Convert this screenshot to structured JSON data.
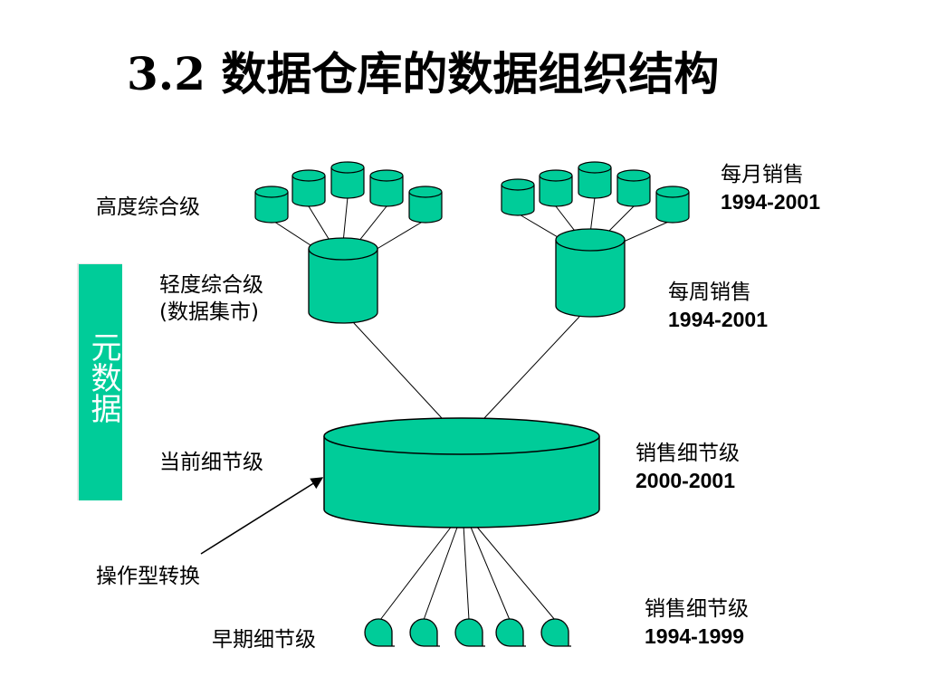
{
  "title": "3.2 数据仓库的数据组织结构",
  "colors": {
    "cylinder_fill": "#00cc99",
    "stroke": "#000000",
    "metadata_text": "#ffffff"
  },
  "levels": {
    "highly_summarized": {
      "label": "高度综合级"
    },
    "lightly_summarized": {
      "label_line1": "轻度综合级",
      "label_line2": "(数据集市)"
    },
    "current_detail": {
      "label": "当前细节级"
    },
    "early_detail": {
      "label": "早期细节级"
    }
  },
  "annotations": {
    "monthly_sales": {
      "name": "每月销售",
      "years": "1994-2001"
    },
    "weekly_sales": {
      "name": "每周销售",
      "years": "1994-2001"
    },
    "current_sales_detail": {
      "name": "销售细节级",
      "years": "2000-2001"
    },
    "early_sales_detail": {
      "name": "销售细节级",
      "years": "1994-1999"
    }
  },
  "operational_transform": {
    "label": "操作型转换"
  },
  "metadata": {
    "label": "元数据"
  },
  "icons": {
    "cylinder": "database-cylinder-icon",
    "archive": "archive-disk-icon",
    "arrow": "arrow-icon"
  }
}
